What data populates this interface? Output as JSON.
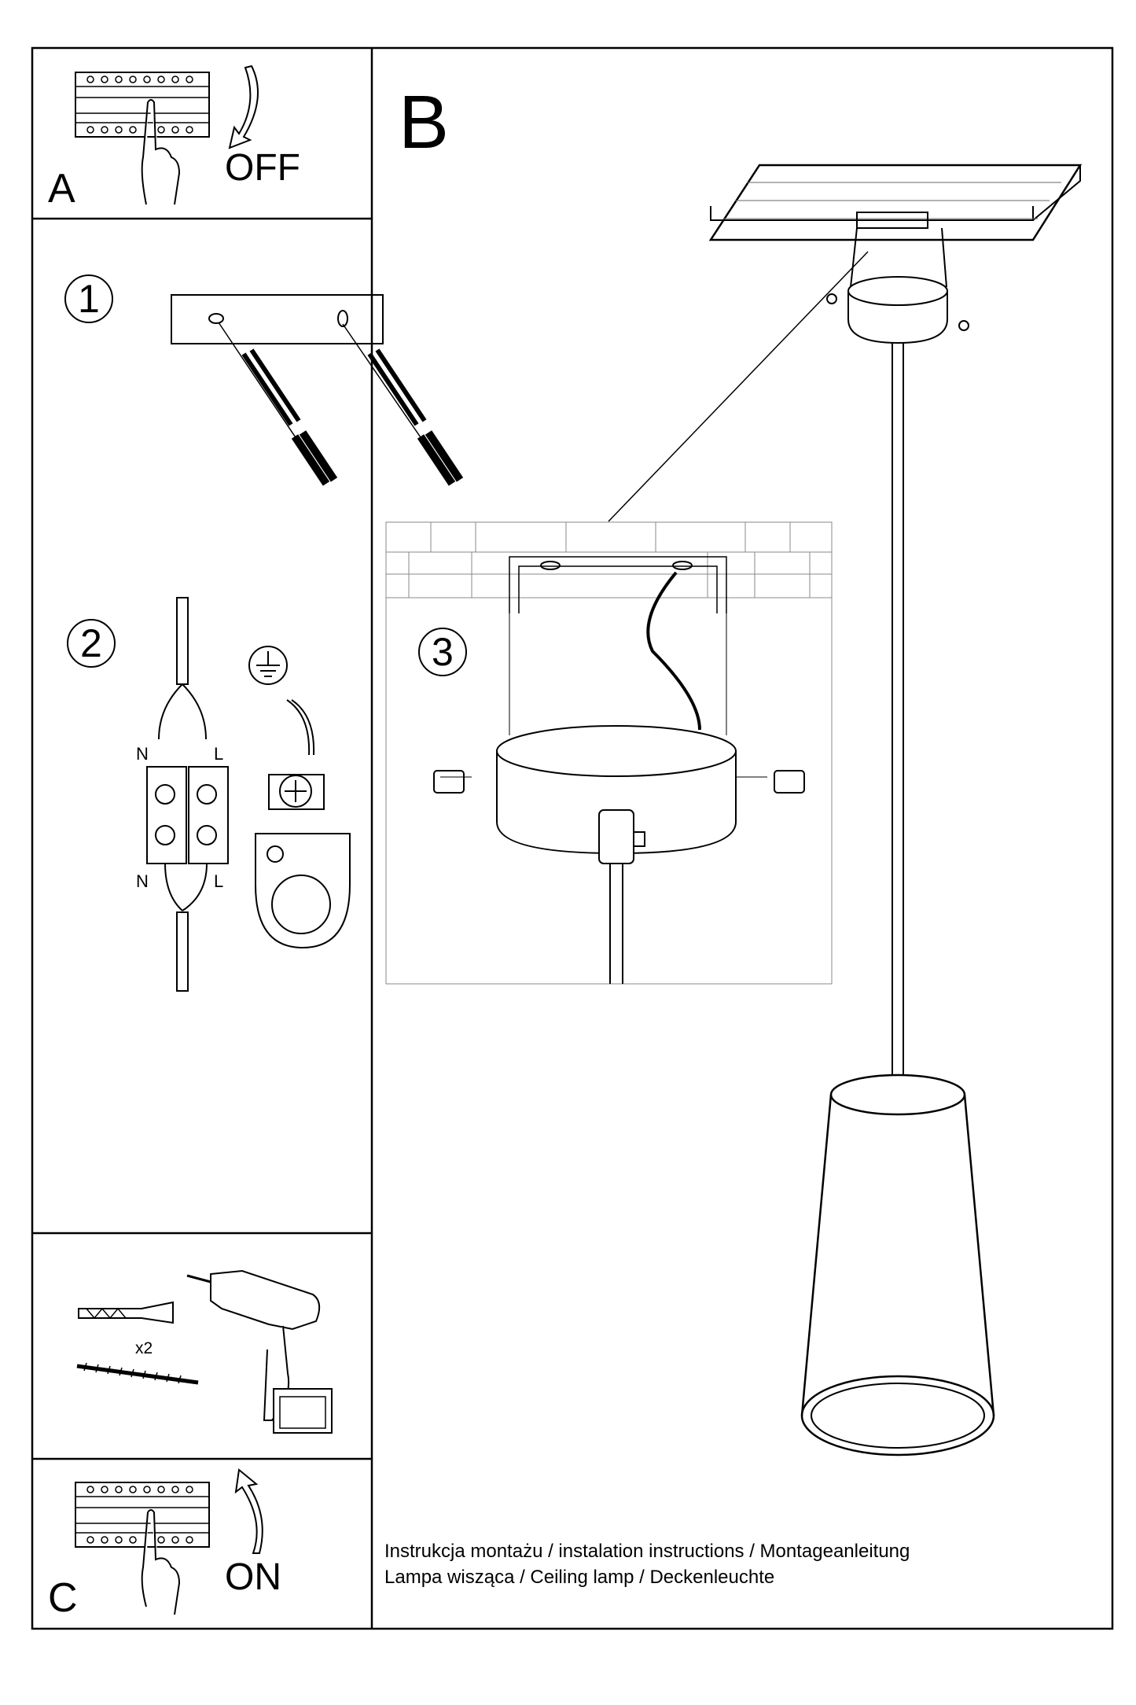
{
  "panels": {
    "a": {
      "letter": "A",
      "action": "OFF"
    },
    "b": {
      "letter": "B"
    },
    "c": {
      "letter": "C",
      "action": "ON"
    }
  },
  "steps": [
    {
      "number": "1"
    },
    {
      "number": "2"
    },
    {
      "number": "3"
    }
  ],
  "wiring": {
    "neutral_top": "N",
    "live_top": "L",
    "neutral_bottom": "N",
    "live_bottom": "L"
  },
  "tools": {
    "quantity": "x2"
  },
  "footer": {
    "line1": "Instrukcja montażu / instalation instructions / Montageanleitung",
    "line2": "Lampa wisząca / Ceiling lamp  / Deckenleuchte"
  }
}
